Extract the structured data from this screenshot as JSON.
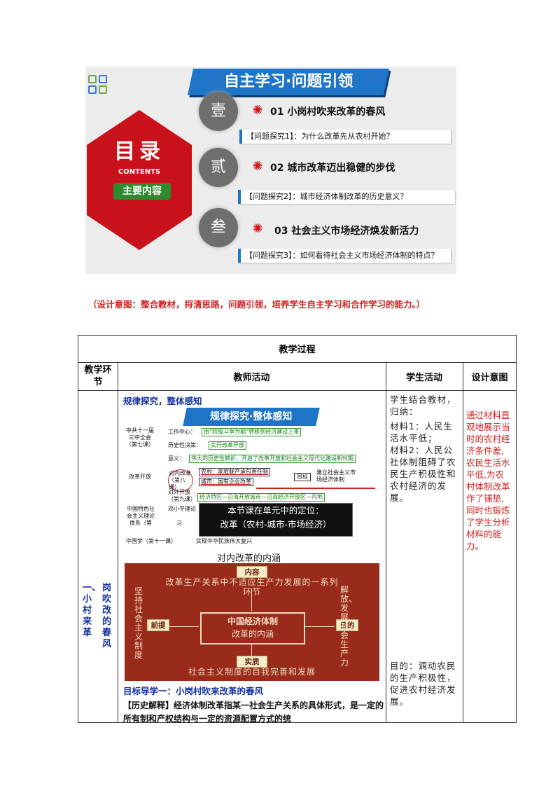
{
  "slide1": {
    "banner": "自主学习·问题引领",
    "toc_title": "目录",
    "toc_sub": "CONTENTS",
    "toc_badge": "主要内容",
    "sections": [
      {
        "numeral": "壹",
        "title": "01  小岗村吹来改革的春风",
        "question": "【问题探究1】：为什么改革先从农村开始？"
      },
      {
        "numeral": "贰",
        "title": "02   城市改革迈出稳健的步伐",
        "question": "【问题探究2】：城市经济体制改革的历史意义？"
      },
      {
        "numeral": "叁",
        "title": "03   社会主义市场经济焕发新活力",
        "question": "【问题探究3】：如何看待社会主义市场经济体制的特点？"
      }
    ]
  },
  "design_note": "（设计意图：整合教材，捋清思路，问题引领，培养学生自主学习和合作学习的能力。）",
  "table": {
    "title": "教学过程",
    "headers": {
      "stage": "教学环节",
      "teacher": "教师活动",
      "student": "学生活动",
      "intent": "设计意图"
    },
    "stage_col_a": "一、小村来革",
    "stage_col_b": "岗吹改的春风",
    "teacher_heading": "规律探究，整体感知",
    "slide2": {
      "banner": "规律探究·整体感知",
      "left1": "中共十一届三中全会（第七课）",
      "work": "工作中心：",
      "work_g": "由“阶级斗争为纲”转移到经济建设上来",
      "decision": "历史性决策：",
      "decision_g": "实行改革开放",
      "meaning": "意义：",
      "meaning_g": "伟大的历史性转折，开启了改革开放和社会主义现代化建设新时期",
      "left2": "改革开放",
      "inner": "对内改革（第八课）",
      "village": "农村：家庭联产承包责任制",
      "city": "城市：国有企业改革",
      "target": "目标",
      "target_r": "建立社会主义市场经济体制",
      "outer": "对外开放（第九课）",
      "outer_g": "经济特区—沿海开放城市—沿海经济开放区—内地",
      "left3": "中国特色社会主义理论体系（第",
      "deng": "邓小平理论",
      "xi": "习",
      "dream": "中国梦（第十一课）",
      "dream_r": "实现中华民族伟大复兴",
      "overlay_1": "本节课在单元中的定位：",
      "overlay_2": "改革（农村-城市-市场经济）"
    },
    "subcaption": "对内改革的内涵",
    "slide3": {
      "top_label": "内容",
      "top_text": "改革生产关系中不适应生产力发展的一系列环节",
      "left_text": "坚持社会主义制度",
      "left_label": "前提",
      "center_1": "中国经济体制",
      "center_2": "改革的内涵",
      "right_text": "解放、发展社会生产力",
      "right_label": "目的",
      "bottom_label": "实质",
      "bottom_text": "社会主义制度的自我完善和发展"
    },
    "goal": "目标导学一：小岗村吹来改革的春风",
    "history": "【历史解释】经济体制改革指某一社会生产关系的具体形式，是一定的所有制和产权结构与一定的资源配置方式的统",
    "student_1": "学生结合教材，归纳：",
    "student_2": "材料1：人民生活水平低；",
    "student_3": "材料2：人民公社体制阻碍了农民生产积极性和农村经济的发展。",
    "student_4": "目的：调动农民的生产积极性，促进农村经济发展。",
    "intent_text": "通过材料直观地展示当时的农村经济条件差,农民生活水平低,为农村体制改革作了铺垫,同时也锻炼了学生分析材料的能力。"
  },
  "colors": {
    "accent_red": "#d21f1f",
    "heading_blue": "#1030a0",
    "banner_blue": "#1e74c6",
    "hex_red": "#c8111a"
  }
}
